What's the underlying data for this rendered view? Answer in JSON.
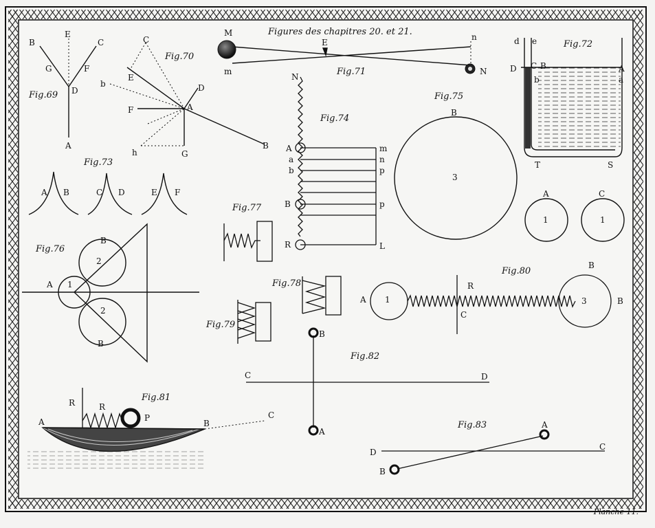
{
  "plate": {
    "title": "Figures des chapitres 20. et 21.",
    "caption": "Planche 11."
  },
  "figures": {
    "fig69": {
      "label": "Fig.69",
      "points": [
        "B",
        "E",
        "C",
        "G",
        "F",
        "D",
        "A"
      ]
    },
    "fig70": {
      "label": "Fig.70",
      "points": [
        "C",
        "E",
        "b",
        "D",
        "F",
        "A",
        "h",
        "G",
        "B"
      ]
    },
    "fig71": {
      "label": "Fig.71",
      "points": [
        "M",
        "E",
        "n",
        "m",
        "N"
      ]
    },
    "fig72": {
      "label": "Fig.72",
      "points": [
        "d",
        "e",
        "D",
        "C",
        "B",
        "A",
        "b",
        "a",
        "T",
        "S"
      ]
    },
    "fig73": {
      "label": "Fig.73",
      "points": [
        "A",
        "B",
        "C",
        "D",
        "E",
        "F"
      ]
    },
    "fig74": {
      "label": "Fig.74",
      "points": [
        "N",
        "A",
        "a",
        "b",
        "B",
        "R",
        "m",
        "n",
        "p",
        "p",
        "L"
      ]
    },
    "fig75": {
      "label": "Fig.75",
      "points": [
        "B",
        "3"
      ]
    },
    "fig75b": {
      "points": [
        "A",
        "1",
        "C",
        "1"
      ]
    },
    "fig76": {
      "label": "Fig.76",
      "points": [
        "B",
        "2",
        "A",
        "1",
        "2",
        "B"
      ]
    },
    "fig77": {
      "label": "Fig.77"
    },
    "fig78": {
      "label": "Fig.78"
    },
    "fig79": {
      "label": "Fig.79"
    },
    "fig80": {
      "label": "Fig.80",
      "points": [
        "A",
        "1",
        "R",
        "C",
        "B",
        "3",
        "B"
      ]
    },
    "fig81": {
      "label": "Fig.81",
      "points": [
        "R",
        "R",
        "P",
        "A",
        "B",
        "C"
      ]
    },
    "fig82": {
      "label": "Fig.82",
      "points": [
        "B",
        "C",
        "D",
        "A"
      ]
    },
    "fig83": {
      "label": "Fig.83",
      "points": [
        "A",
        "D",
        "C",
        "B"
      ]
    }
  }
}
